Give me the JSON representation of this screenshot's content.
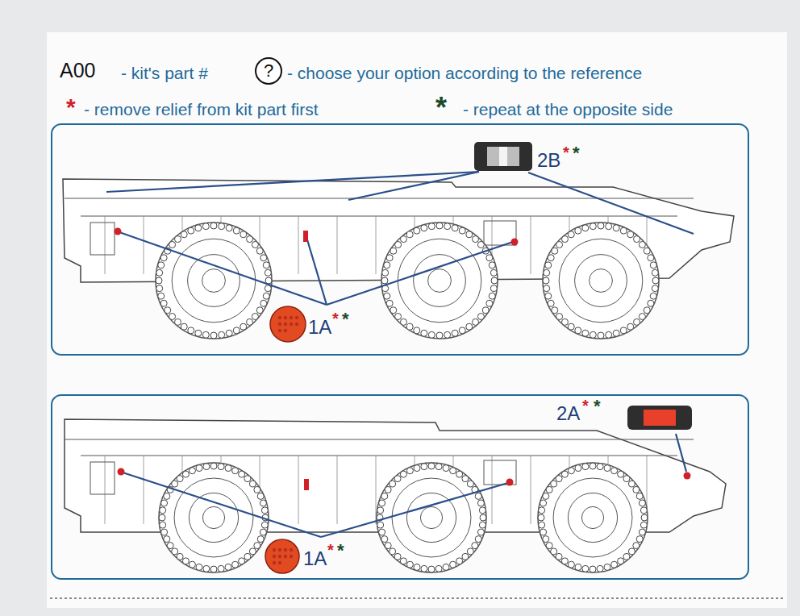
{
  "diagram": {
    "nodes": [
      {
        "text": [
          "?"
        ]
      }
    ],
    "labels": [
      "A00",
      "- kit's part #",
      "- choose your option according to the reference",
      "*",
      "- remove relief from kit part first",
      "*",
      "- repeat at the opposite side",
      "2B",
      "*",
      "*",
      "1A",
      "*",
      "*",
      "2A",
      "*",
      "*",
      "1A",
      "*",
      "*"
    ]
  }
}
